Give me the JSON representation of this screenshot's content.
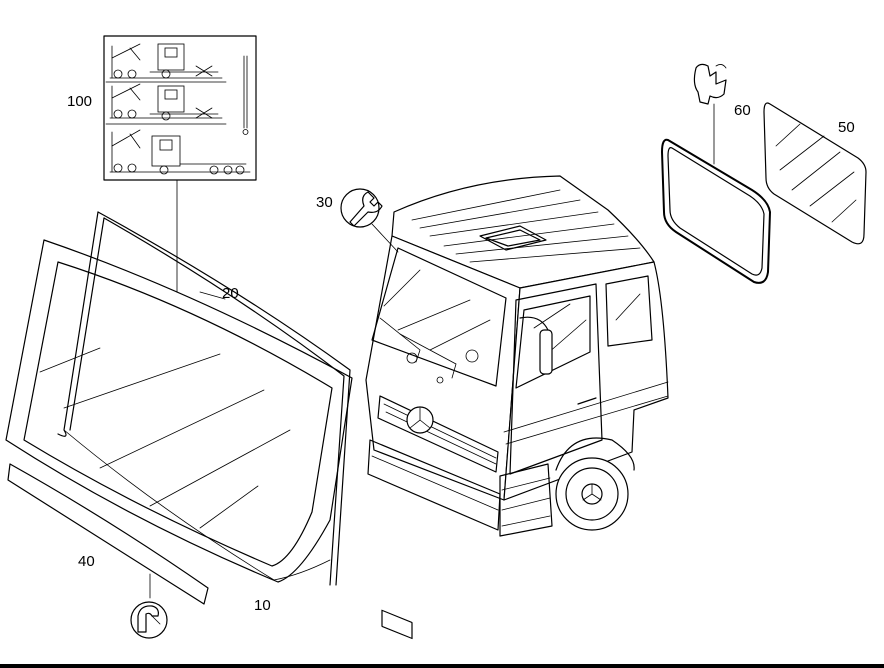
{
  "callouts": {
    "c10": "10",
    "c20": "20",
    "c30": "30",
    "c40": "40",
    "c50": "50",
    "c60": "60",
    "c100": "100"
  },
  "icons": {
    "wrench": "wrench-icon",
    "adhesive": "adhesive-symbol-icon",
    "profile": "seal-profile-icon"
  },
  "colors": {
    "line": "#000000",
    "background": "#ffffff"
  }
}
